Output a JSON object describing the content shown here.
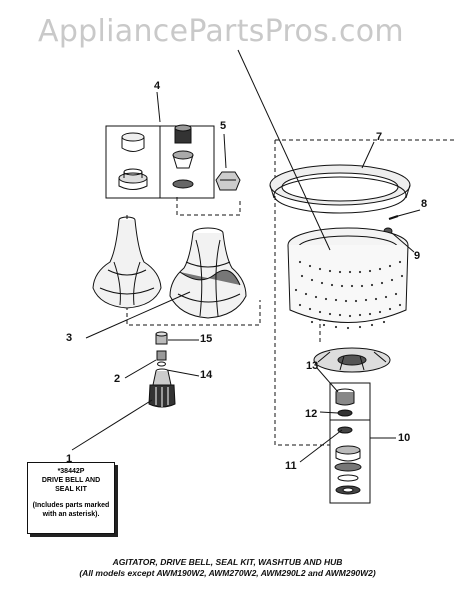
{
  "watermark": "AppliancePartsPros.com",
  "callouts": [
    "1",
    "2",
    "3",
    "4",
    "5",
    "7",
    "8",
    "9",
    "10",
    "11",
    "12",
    "13",
    "14",
    "15"
  ],
  "kit_box": {
    "line1": "*38442P",
    "line2": "DRIVE BELL AND",
    "line3": "SEAL KIT",
    "line4": "(Includes parts marked",
    "line5": "with an asterisk)."
  },
  "caption": {
    "line1": "AGITATOR, DRIVE BELL, SEAL KIT, WASHTUB AND HUB",
    "line2": "(All models except AWM190W2, AWM270W2, AWM290L2 and AWM290W2)"
  }
}
